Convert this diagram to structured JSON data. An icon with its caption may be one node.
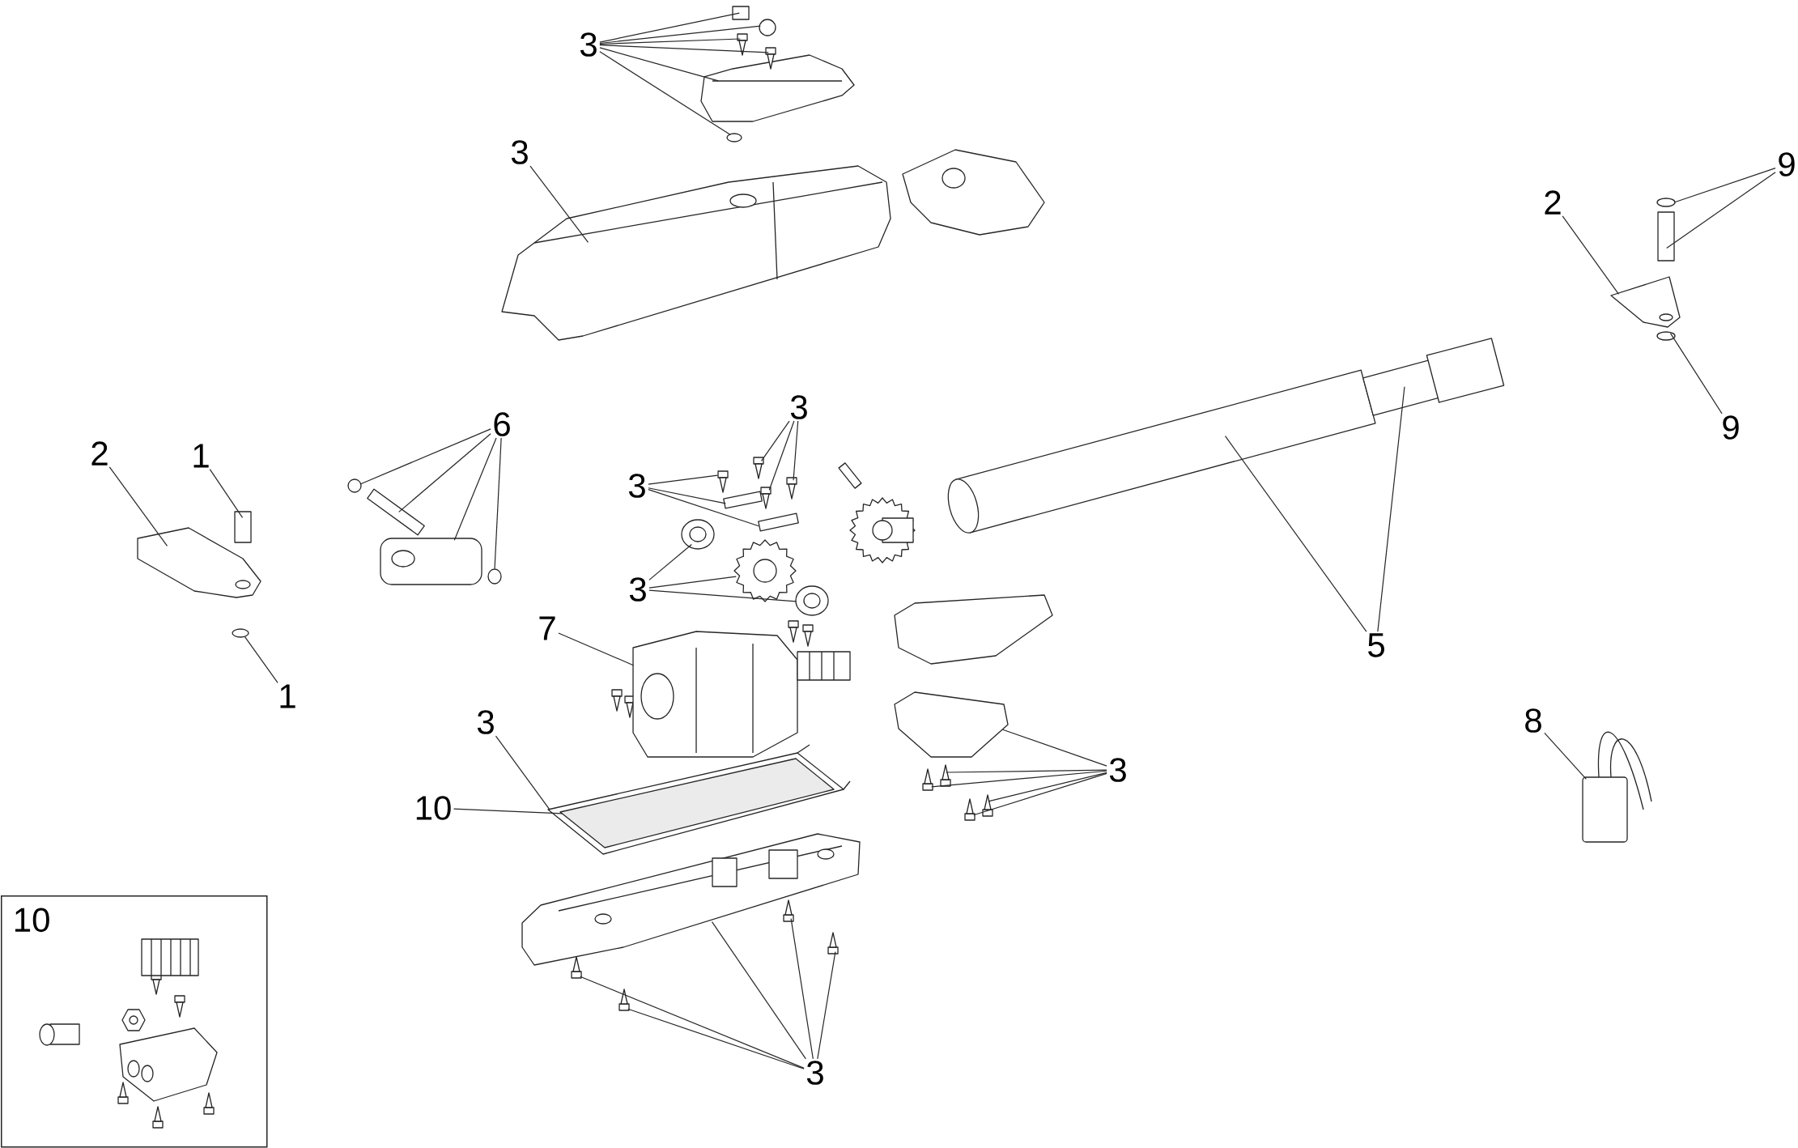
{
  "diagram": {
    "nodes": [
      {
        "text": [
          "3"
        ]
      },
      {
        "text": [
          "3"
        ]
      },
      {
        "text": [
          "9"
        ]
      },
      {
        "text": [
          "2"
        ]
      },
      {
        "text": [
          "6"
        ]
      },
      {
        "text": [
          "3"
        ]
      },
      {
        "text": [
          "9"
        ]
      },
      {
        "text": [
          "2"
        ]
      },
      {
        "text": [
          "1"
        ]
      },
      {
        "text": [
          "3"
        ]
      },
      {
        "text": [
          "3"
        ]
      },
      {
        "text": [
          "1"
        ]
      },
      {
        "text": [
          "7"
        ]
      },
      {
        "text": [
          "5"
        ]
      },
      {
        "text": [
          "3"
        ]
      },
      {
        "text": [
          "8"
        ]
      },
      {
        "text": [
          "3"
        ]
      },
      {
        "text": [
          "10"
        ]
      },
      {
        "text": [
          "10"
        ]
      },
      {
        "text": [
          "3"
        ]
      },
      {
        "text": [],
        "shape": "box"
      },
      {
        "text": [],
        "shape": "circle"
      },
      {
        "text": [],
        "shape": "picture"
      },
      {
        "text": [],
        "shape": "picture"
      },
      {
        "text": [],
        "shape": "picture"
      },
      {
        "text": [],
        "shape": "circle"
      },
      {
        "text": [],
        "shape": "picture"
      },
      {
        "text": [],
        "shape": "circle"
      },
      {
        "text": [],
        "shape": "bar"
      },
      {
        "text": [],
        "shape": "picture"
      },
      {
        "text": [],
        "shape": "circle"
      },
      {
        "text": [],
        "shape": "bar"
      },
      {
        "text": [],
        "shape": "picture"
      },
      {
        "text": [],
        "shape": "circle"
      },
      {
        "text": [],
        "shape": "picture"
      },
      {
        "text": [],
        "shape": "picture"
      },
      {
        "text": [],
        "shape": "picture"
      },
      {
        "text": [],
        "shape": "circle"
      },
      {
        "text": [],
        "shape": "picture"
      },
      {
        "text": [],
        "shape": "bar"
      },
      {
        "text": [],
        "shape": "picture"
      },
      {
        "text": [],
        "shape": "bar"
      },
      {
        "text": [],
        "shape": "bar"
      },
      {
        "text": [],
        "shape": "picture"
      },
      {
        "text": [],
        "shape": "picture"
      },
      {
        "text": [],
        "shape": "picture"
      },
      {
        "text": [],
        "shape": "circle"
      },
      {
        "text": [],
        "shape": "picture"
      },
      {
        "text": [],
        "shape": "cylinder"
      },
      {
        "text": [],
        "shape": "picture"
      },
      {
        "text": [],
        "shape": "picture"
      },
      {
        "text": [],
        "shape": "picture"
      },
      {
        "text": [],
        "shape": "picture"
      },
      {
        "text": [],
        "shape": "picture"
      },
      {
        "text": [],
        "shape": "picture"
      },
      {
        "text": [],
        "shape": "picture"
      },
      {
        "text": [],
        "shape": "picture"
      },
      {
        "text": [],
        "shape": "picture",
        "in": 50
      },
      {
        "text": [],
        "shape": "picture"
      },
      {
        "text": [],
        "shape": "picture"
      },
      {
        "text": [],
        "shape": "picture"
      },
      {
        "text": [],
        "shape": "picture"
      },
      {
        "text": [],
        "shape": "picture"
      }
    ],
    "edges": [
      {
        "from": 0,
        "to": 20,
        "arrow": "none"
      },
      {
        "from": 0,
        "to": 21,
        "arrow": "none"
      },
      {
        "from": 0,
        "to": 22,
        "arrow": "none"
      },
      {
        "from": 0,
        "to": 23,
        "arrow": "none"
      },
      {
        "from": 0,
        "to": 24,
        "arrow": "none"
      },
      {
        "from": 0,
        "to": 25,
        "arrow": "none"
      },
      {
        "from": 1,
        "to": 26,
        "arrow": "none"
      },
      {
        "from": 2,
        "to": 27,
        "arrow": "none"
      },
      {
        "from": 2,
        "to": 28,
        "arrow": "none"
      },
      {
        "from": 3,
        "to": 29,
        "arrow": "none"
      },
      {
        "from": 4,
        "to": 30,
        "arrow": "none"
      },
      {
        "from": 4,
        "to": 31,
        "arrow": "none"
      },
      {
        "from": 4,
        "to": 32,
        "arrow": "none"
      },
      {
        "from": 4,
        "to": 33,
        "arrow": "none"
      },
      {
        "from": 5,
        "to": 34,
        "arrow": "none"
      },
      {
        "from": 5,
        "to": 35,
        "arrow": "none"
      },
      {
        "from": 5,
        "to": 36,
        "arrow": "none"
      },
      {
        "from": 6,
        "to": 37,
        "arrow": "none"
      },
      {
        "from": 7,
        "to": 38,
        "arrow": "none"
      },
      {
        "from": 8,
        "to": 39,
        "arrow": "none"
      },
      {
        "from": 9,
        "to": 40,
        "arrow": "none"
      },
      {
        "from": 9,
        "to": 41,
        "arrow": "none"
      },
      {
        "from": 9,
        "to": 42,
        "arrow": "none"
      },
      {
        "from": 10,
        "to": 43,
        "arrow": "none"
      },
      {
        "from": 10,
        "to": 44,
        "arrow": "none"
      },
      {
        "from": 10,
        "to": 45,
        "arrow": "none"
      },
      {
        "from": 11,
        "to": 46,
        "arrow": "none"
      },
      {
        "from": 12,
        "to": 47,
        "arrow": "none"
      },
      {
        "from": 13,
        "to": 48,
        "arrow": "none"
      },
      {
        "from": 13,
        "to": 49,
        "arrow": "none"
      },
      {
        "from": 14,
        "to": 50,
        "arrow": "none"
      },
      {
        "from": 15,
        "to": 51,
        "arrow": "none"
      },
      {
        "from": 16,
        "to": 52,
        "arrow": "none"
      },
      {
        "from": 16,
        "to": 53,
        "arrow": "none"
      },
      {
        "from": 16,
        "to": 54,
        "arrow": "none"
      },
      {
        "from": 16,
        "to": 55,
        "arrow": "none"
      },
      {
        "from": 16,
        "to": 56,
        "arrow": "none"
      },
      {
        "from": 17,
        "to": 57,
        "arrow": "none"
      },
      {
        "from": 19,
        "to": 58,
        "arrow": "none"
      },
      {
        "from": 19,
        "to": 59,
        "arrow": "none"
      },
      {
        "from": 19,
        "to": 60,
        "arrow": "none"
      },
      {
        "from": 19,
        "to": 61,
        "arrow": "none"
      },
      {
        "from": 19,
        "to": 62,
        "arrow": "none"
      }
    ]
  }
}
